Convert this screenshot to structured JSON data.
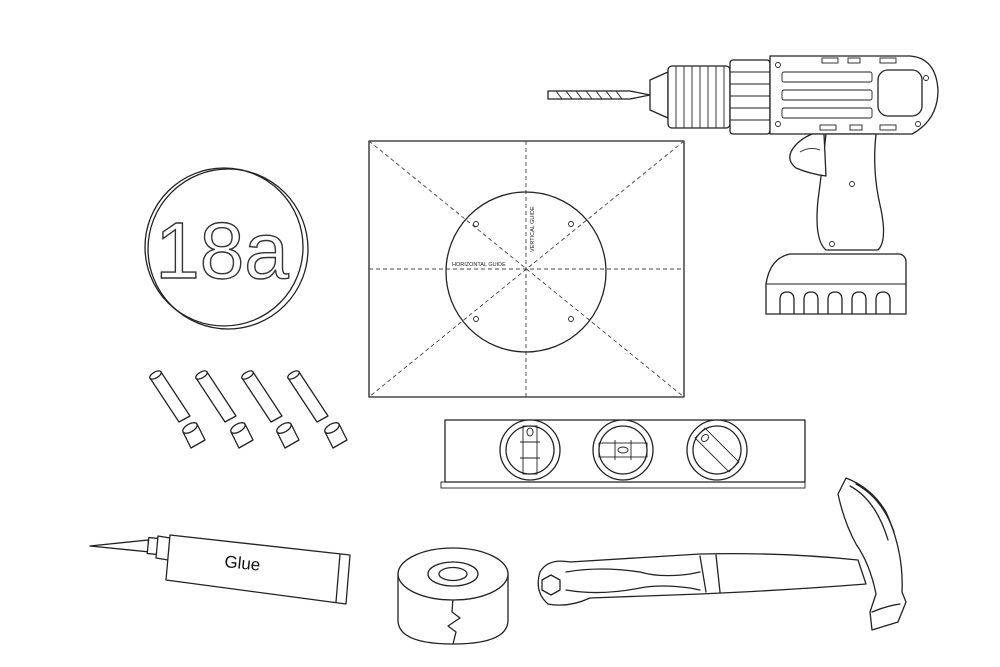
{
  "plaque": {
    "text": "18a"
  },
  "template": {
    "vertical_guide": "VERTICAL GUIDE",
    "horizontal_guide": "HORIZONTAL GUIDE"
  },
  "glue": {
    "label": "Glue"
  },
  "tools": [
    "power-drill",
    "house-number-plaque",
    "drilling-template",
    "wall-plugs",
    "spirit-level",
    "glue-tube",
    "tape-roll",
    "claw-hammer"
  ]
}
